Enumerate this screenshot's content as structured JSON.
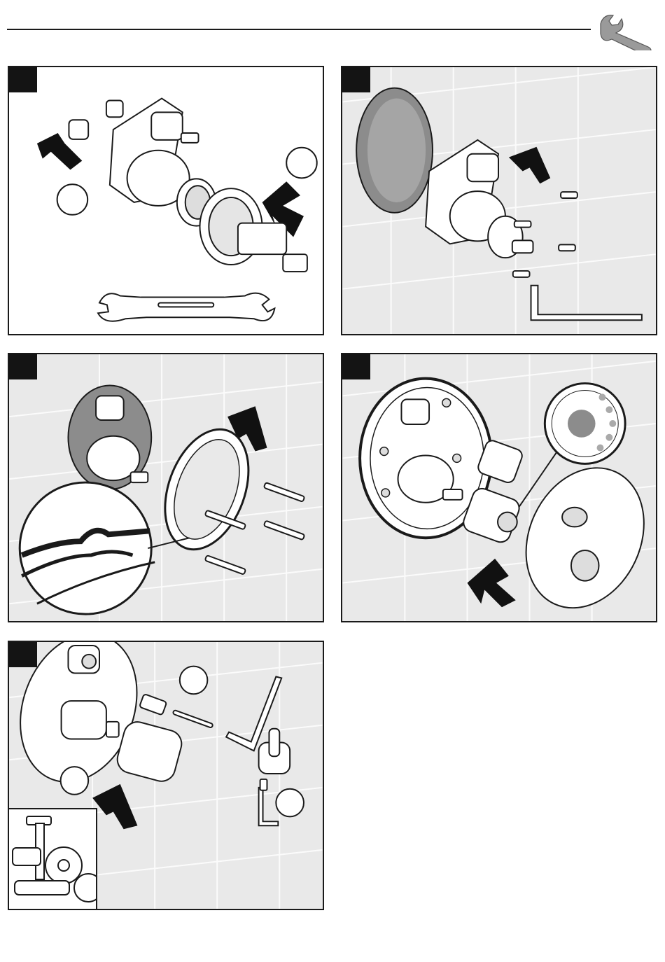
{
  "page": {
    "header_icon": "wrench-icon",
    "steps": [
      {
        "id": "step-1",
        "marker_text": "",
        "callouts": [
          "",
          ""
        ],
        "tool_icon": "open-end-wrench-icon"
      },
      {
        "id": "step-2",
        "marker_text": "",
        "tool_icon": "hex-key-icon"
      },
      {
        "id": "step-3",
        "marker_text": "",
        "tool_icon": "screw-icon"
      },
      {
        "id": "step-4",
        "marker_text": "",
        "tool_icon": "trim-plate-icon"
      },
      {
        "id": "step-5",
        "marker_text": "",
        "callouts": [
          "",
          "",
          "",
          ""
        ],
        "tool_icon": "handle-icon"
      }
    ]
  },
  "colors": {
    "line": "#1a1a1a",
    "tile_background": "#e9e9e9",
    "marker": "#141414",
    "grey_fill": "#8c8c8c"
  }
}
